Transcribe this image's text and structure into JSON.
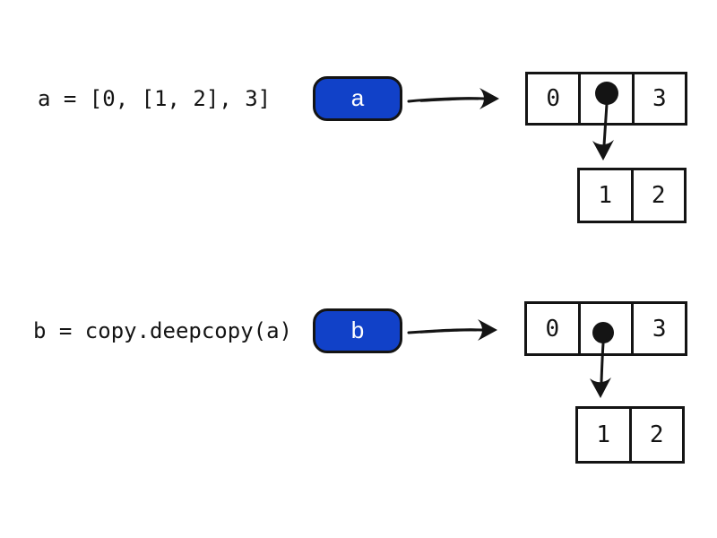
{
  "colors": {
    "background": "#ffffff",
    "variable_box_fill": "#1141C8",
    "variable_box_text": "#ffffff",
    "line_and_border": "#141414"
  },
  "rows": [
    {
      "code": "a = [0, [1, 2], 3]",
      "variable": "a",
      "list": {
        "cell_left": "0",
        "pointer_icon": "filled-dot-icon",
        "cell_right": "3"
      },
      "sublist": {
        "cell_left": "1",
        "cell_right": "2"
      },
      "icons": {
        "assignment_arrow": "right-arrow-icon",
        "pointer_arrow": "down-arrow-icon"
      }
    },
    {
      "code": "b = copy.deepcopy(a)",
      "variable": "b",
      "list": {
        "cell_left": "0",
        "pointer_icon": "filled-dot-icon",
        "cell_right": "3"
      },
      "sublist": {
        "cell_left": "1",
        "cell_right": "2"
      },
      "icons": {
        "assignment_arrow": "right-arrow-icon",
        "pointer_arrow": "down-arrow-icon"
      }
    }
  ]
}
